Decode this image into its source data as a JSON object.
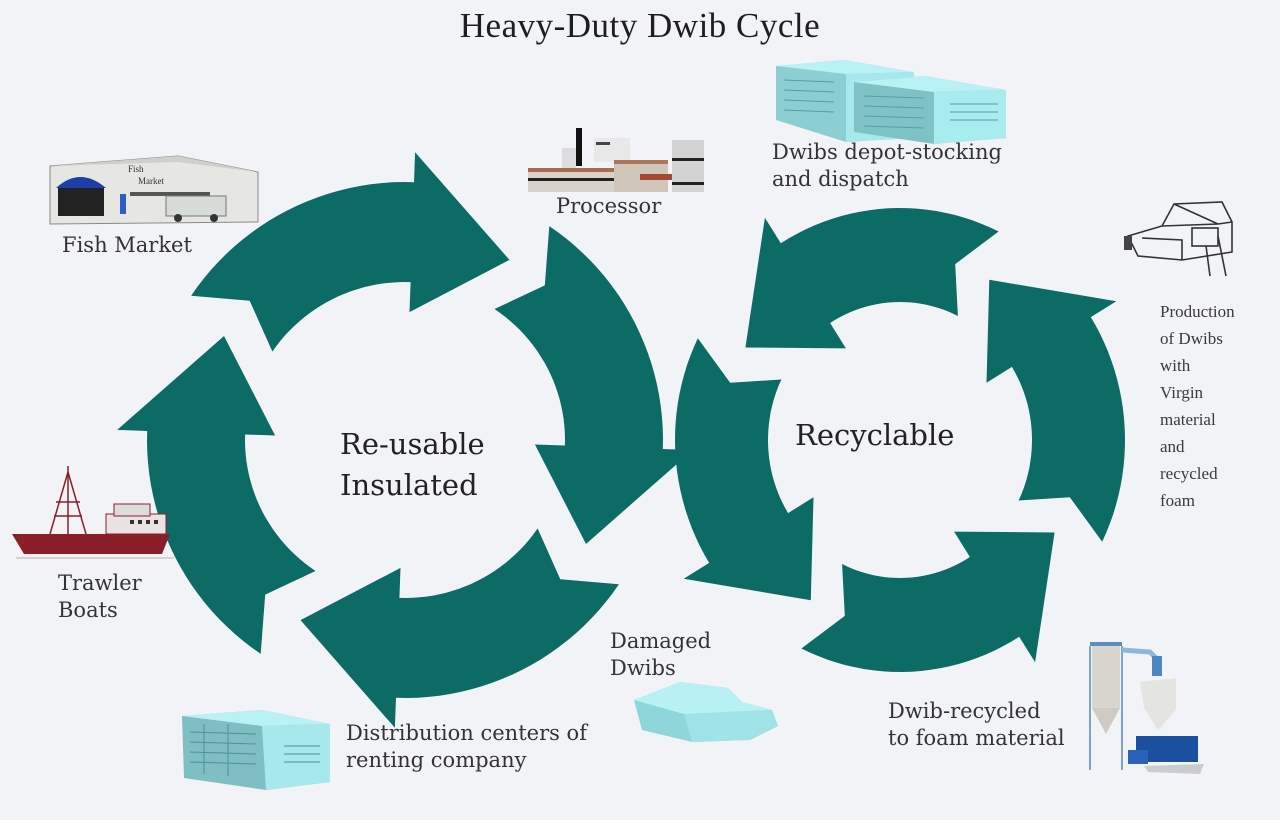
{
  "title": "Heavy-Duty Dwib Cycle",
  "colors": {
    "background": "#f2f3f7",
    "arrow": "#0d6b66",
    "crate_light": "#a9eef0",
    "crate_dark": "#6fb7bb",
    "boat": "#8a1f2a"
  },
  "cycles": [
    {
      "name": "reusable",
      "label": "Re-usable\nInsulated",
      "direction": "clockwise",
      "arrow_count": 4
    },
    {
      "name": "recyclable",
      "label": "Recyclable",
      "direction": "counter-clockwise",
      "arrow_count": 4
    }
  ],
  "stations": {
    "fish_market": {
      "label": "Fish Market",
      "sign": "Fish\nMarket",
      "icon": "fish-market-building-icon"
    },
    "processor": {
      "label": "Processor",
      "icon": "processing-plant-icon"
    },
    "depot": {
      "label": "Dwibs depot-stocking\nand dispatch",
      "icon": "stacked-crates-icon"
    },
    "production": {
      "label": "Production\nof Dwibs\nwith\nVirgin\nmaterial\nand\nrecycled\nfoam",
      "icon": "molding-machine-icon"
    },
    "trawler": {
      "label": "Trawler\nBoats",
      "icon": "trawler-boat-icon"
    },
    "distribution": {
      "label": "Distribution centers of\nrenting company",
      "icon": "crate-stack-icon"
    },
    "damaged": {
      "label": "Damaged\nDwibs",
      "icon": "damaged-crate-icon"
    },
    "recycling": {
      "label": "Dwib-recycled\nto foam material",
      "icon": "grinder-silo-icon"
    }
  }
}
